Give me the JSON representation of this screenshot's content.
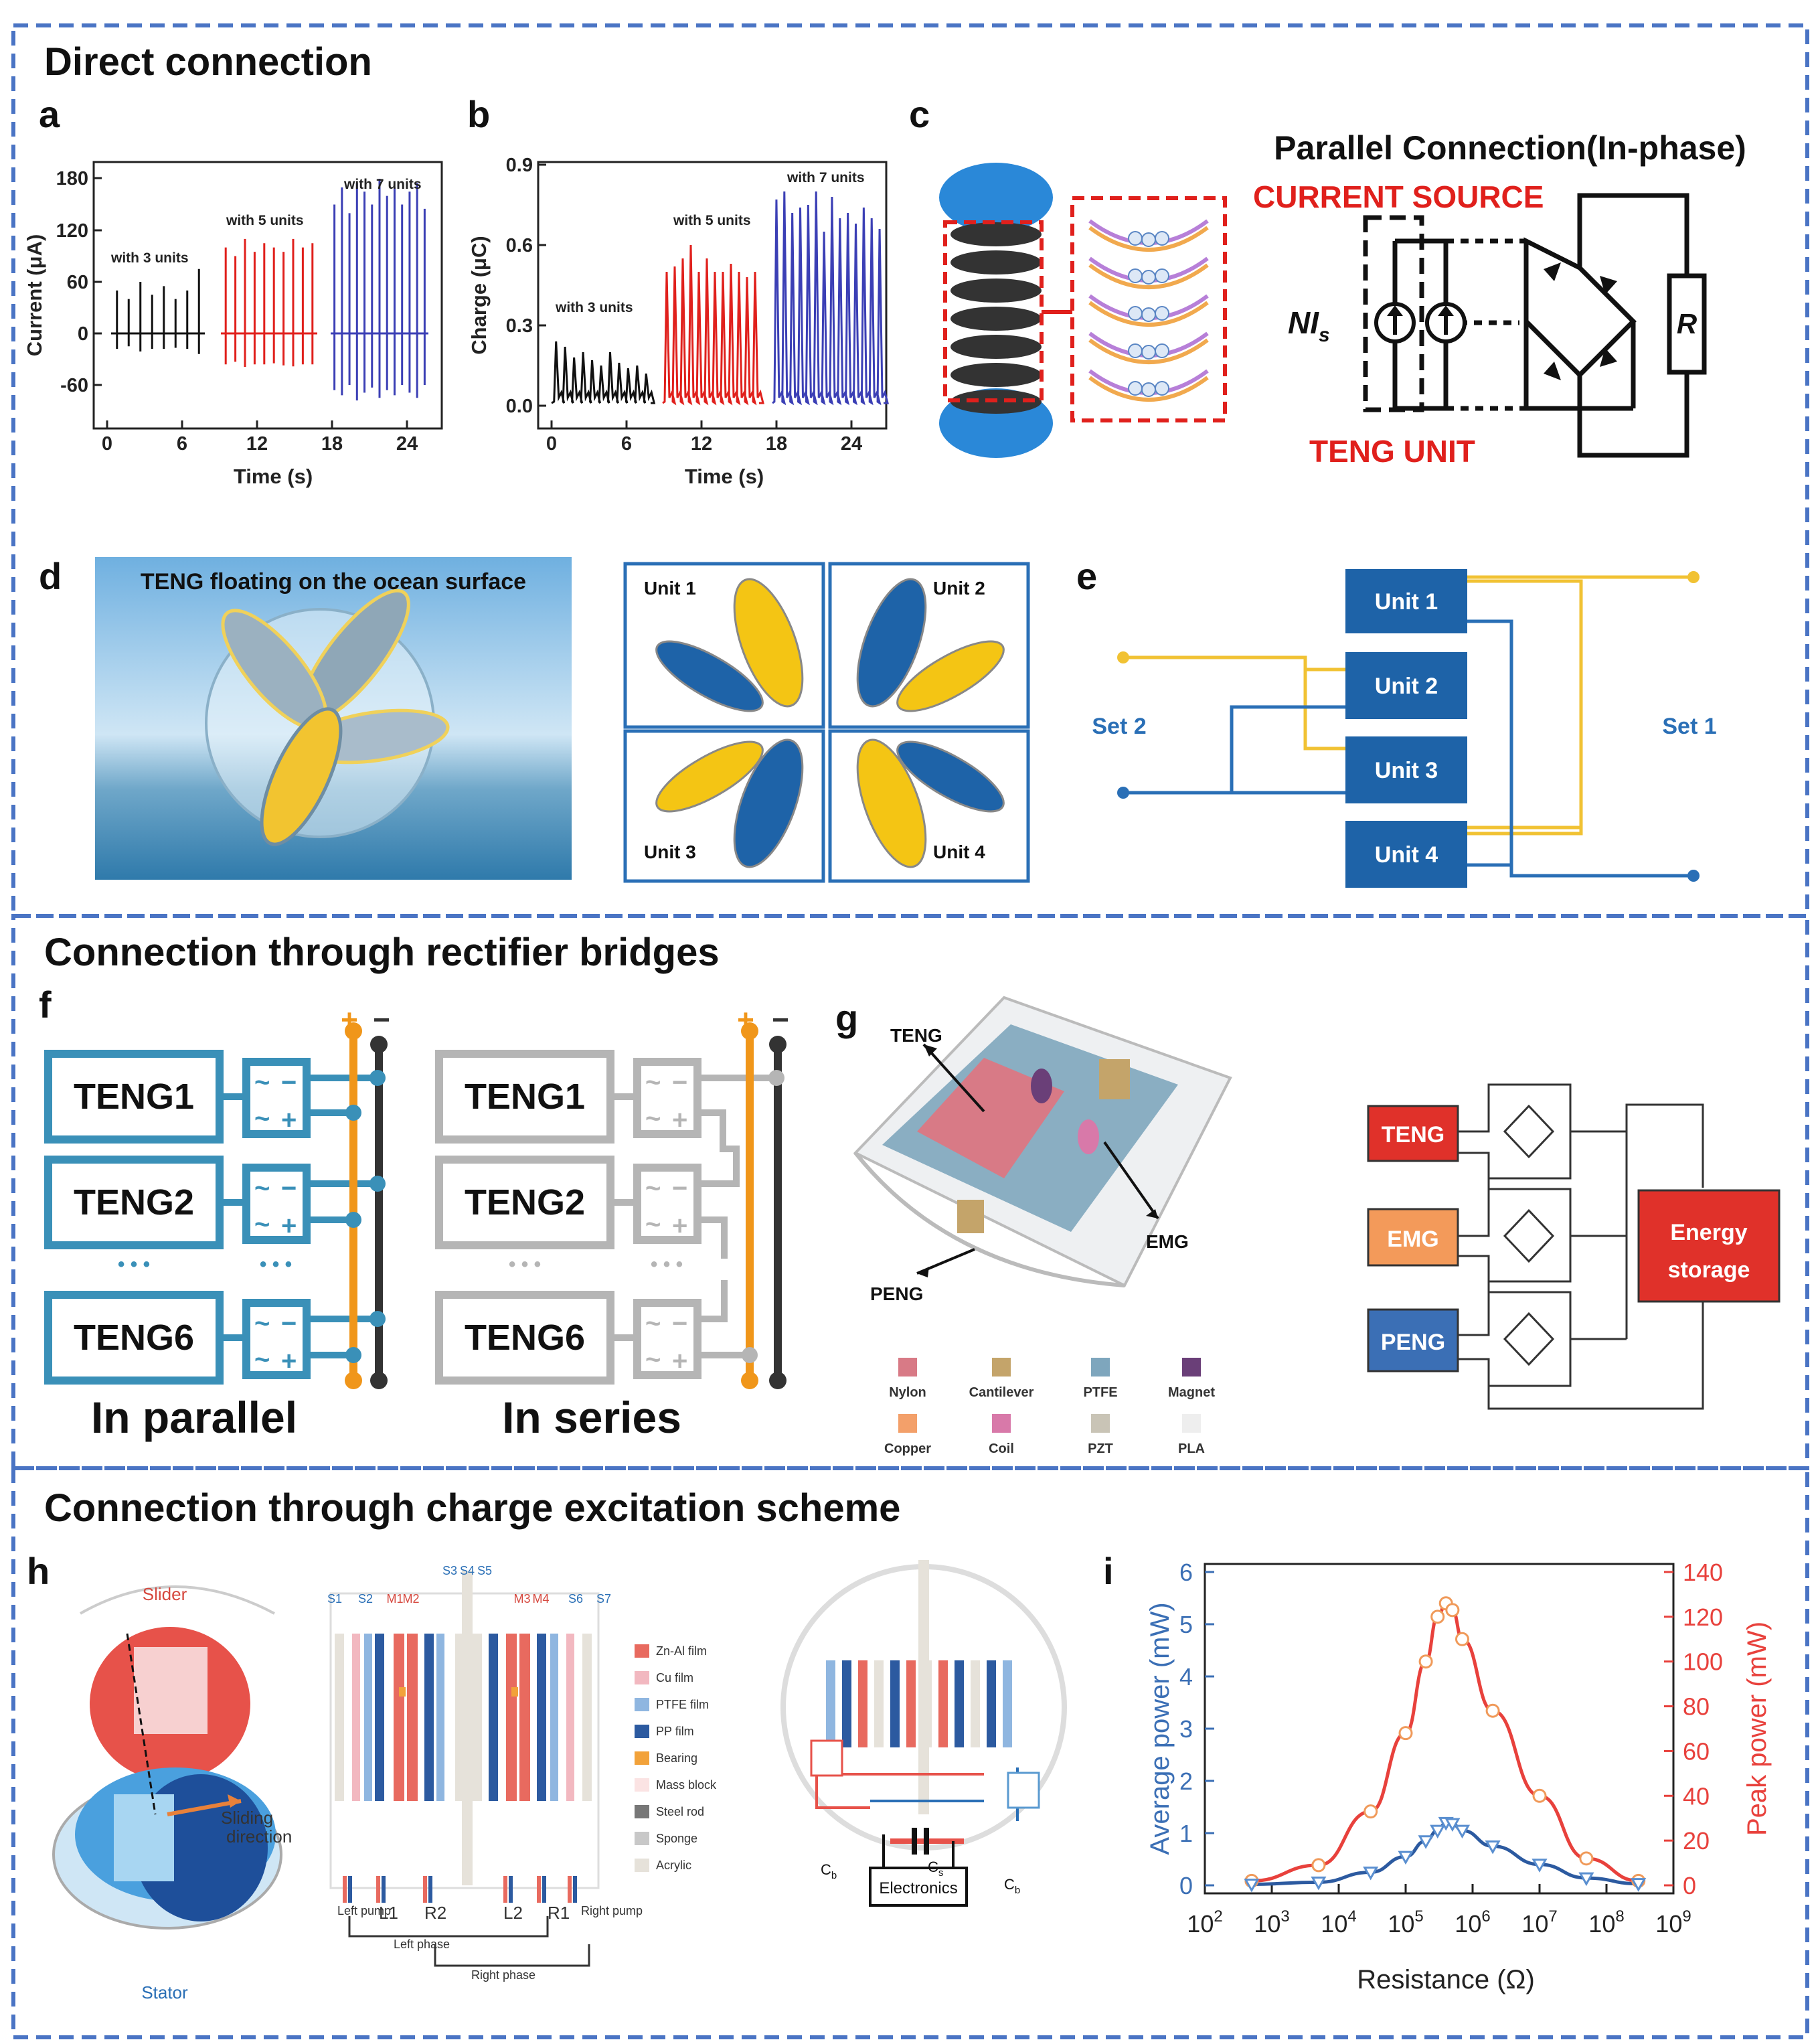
{
  "sections": {
    "s1": "Direct connection",
    "s2": "Connection through rectifier bridges",
    "s3": "Connection through charge excitation scheme"
  },
  "panel_labels": [
    "a",
    "b",
    "c",
    "d",
    "e",
    "f",
    "g",
    "h",
    "i"
  ],
  "panel_a": {
    "ylabel": "Current (μA)",
    "xlabel": "Time (s)",
    "yticks": [
      "180",
      "120",
      "60",
      "0",
      "-60"
    ],
    "xticks": [
      "0",
      "6",
      "12",
      "18",
      "24"
    ],
    "groups": [
      "with 3 units",
      "with 5 units",
      "with 7 units"
    ]
  },
  "panel_b": {
    "ylabel": "Charge (μC)",
    "xlabel": "Time (s)",
    "yticks": [
      "0.9",
      "0.6",
      "0.3",
      "0.0"
    ],
    "xticks": [
      "0",
      "6",
      "12",
      "18",
      "24"
    ],
    "groups": [
      "with 3 units",
      "with 5 units",
      "with 7 units"
    ]
  },
  "panel_c": {
    "title": "Parallel Connection(In-phase)",
    "current_source": "CURRENT SOURCE",
    "teng_unit": "TENG UNIT",
    "nis": "NI",
    "nis_sub": "s",
    "r": "R"
  },
  "panel_d": {
    "caption": "TENG floating on the ocean surface",
    "units": [
      "Unit 1",
      "Unit 2",
      "Unit 3",
      "Unit 4"
    ]
  },
  "panel_e": {
    "units": [
      "Unit 1",
      "Unit 2",
      "Unit 3",
      "Unit 4"
    ],
    "set1": "Set 1",
    "set2": "Set 2"
  },
  "panel_f": {
    "tengs": [
      "TENG1",
      "TENG2",
      "TENG6"
    ],
    "parallel": "In parallel",
    "series": "In series",
    "plus": "+",
    "minus": "−",
    "dots": "• • •"
  },
  "panel_g": {
    "teng": "TENG",
    "emg": "EMG",
    "peng": "PENG",
    "legend": [
      {
        "label": "Nylon",
        "color": "#d87a86"
      },
      {
        "label": "Cantilever",
        "color": "#c4a46a"
      },
      {
        "label": "PTFE",
        "color": "#7ea6bd"
      },
      {
        "label": "Magnet",
        "color": "#6a3f78"
      },
      {
        "label": "Copper",
        "color": "#f3a06a"
      },
      {
        "label": "Coil",
        "color": "#d879a9"
      },
      {
        "label": "PZT",
        "color": "#c9c4b6"
      },
      {
        "label": "PLA",
        "color": "#eeeeee"
      }
    ],
    "boxes": {
      "teng": "TENG",
      "emg": "EMG",
      "peng": "PENG",
      "storage1": "Energy",
      "storage2": "storage"
    }
  },
  "panel_h": {
    "slider": "Slider",
    "sliding1": "Sliding",
    "sliding2": "direction",
    "stator": "Stator",
    "top_labels": [
      "S1",
      "S2",
      "M1",
      "M2",
      "S3",
      "S4",
      "S5",
      "M3",
      "M4",
      "S6",
      "S7"
    ],
    "legend": [
      {
        "label": "Zn-Al film",
        "color": "#e86a5f"
      },
      {
        "label": "Cu film",
        "color": "#f2b8c0"
      },
      {
        "label": "PTFE film",
        "color": "#8fb6e0"
      },
      {
        "label": "PP film",
        "color": "#2c5aa0"
      },
      {
        "label": "Bearing",
        "color": "#f2a23a"
      },
      {
        "label": "Mass block",
        "color": "#fbe3e3"
      },
      {
        "label": "Steel rod",
        "color": "#777777"
      },
      {
        "label": "Sponge",
        "color": "#c8c8c8"
      },
      {
        "label": "Acrylic",
        "color": "#e6e2da"
      }
    ],
    "bottom": [
      "Left pump",
      "L1",
      "R2",
      "L2",
      "R1",
      "Right pump"
    ],
    "left_phase": "Left phase",
    "right_phase": "Right phase",
    "cb": "C",
    "cb_sub": "b",
    "cs": "C",
    "cs_sub": "s",
    "electronics": "Electronics"
  },
  "chart_data": {
    "type": "line",
    "xlabel": "Resistance (Ω)",
    "ylabel_left": "Average power (mW)",
    "ylabel_right": "Peak power (mW)",
    "x_scale": "log",
    "x_ticks": [
      "10^2",
      "10^3",
      "10^4",
      "10^5",
      "10^6",
      "10^7",
      "10^8",
      "10^9"
    ],
    "xlim": [
      100,
      1000000000
    ],
    "ylim_left": [
      0,
      6
    ],
    "ylim_right": [
      0,
      140
    ],
    "yticks_left": [
      "0",
      "1",
      "2",
      "3",
      "4",
      "5",
      "6"
    ],
    "yticks_right": [
      "0",
      "20",
      "40",
      "60",
      "80",
      "100",
      "120",
      "140"
    ],
    "series": [
      {
        "axis": "right",
        "color": "#e8413c",
        "marker": "circle",
        "x": [
          500,
          5000,
          30000,
          100000,
          200000,
          300000,
          400000,
          500000,
          700000,
          2000000,
          10000000,
          50000000,
          300000000
        ],
        "values": [
          2,
          9,
          33,
          68,
          100,
          120,
          126,
          123,
          110,
          78,
          40,
          12,
          2
        ]
      },
      {
        "axis": "left",
        "color": "#2c5aa0",
        "marker": "triangle-down",
        "x": [
          500,
          5000,
          30000,
          100000,
          200000,
          300000,
          400000,
          500000,
          700000,
          2000000,
          10000000,
          50000000,
          300000000
        ],
        "values": [
          0.02,
          0.06,
          0.25,
          0.55,
          0.85,
          1.05,
          1.2,
          1.18,
          1.05,
          0.75,
          0.4,
          0.14,
          0.03
        ]
      }
    ]
  }
}
